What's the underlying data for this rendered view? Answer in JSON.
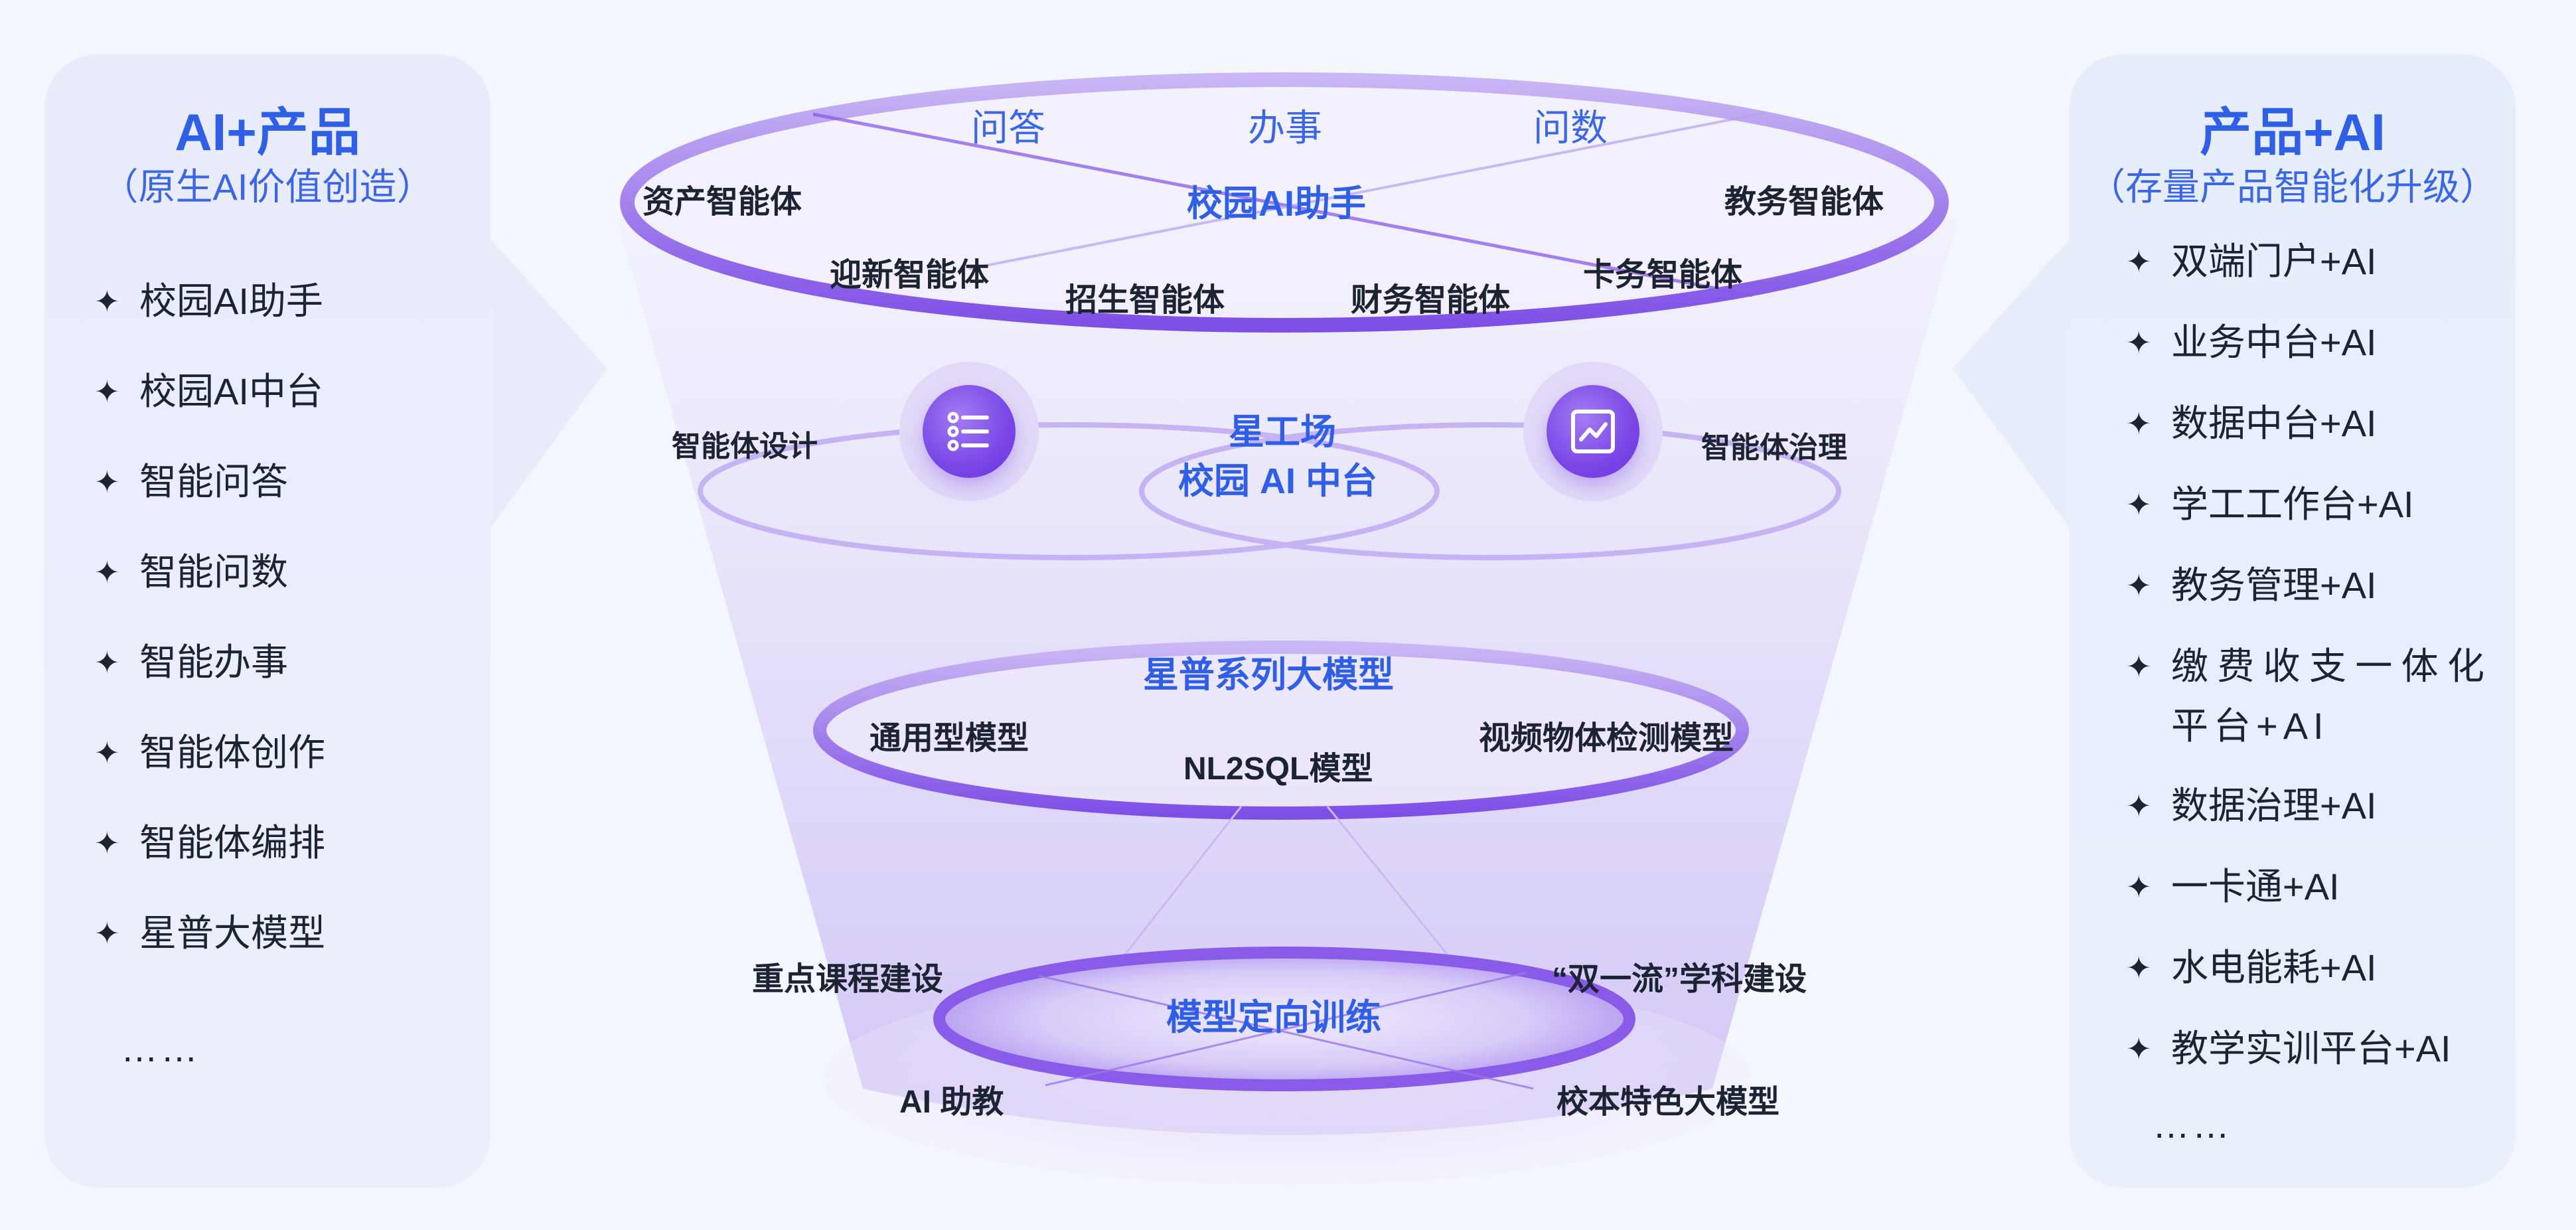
{
  "left_panel": {
    "title": "AI+产品",
    "subtitle": "（原生AI价值创造）",
    "items": [
      "校园AI助手",
      "校园AI中台",
      "智能问答",
      "智能问数",
      "智能办事",
      "智能体创作",
      "智能体编排",
      "星普大模型"
    ],
    "ellipsis": "……"
  },
  "right_panel": {
    "title": "产品+AI",
    "subtitle": "（存量产品智能化升级）",
    "items": [
      "双端门户+AI",
      "业务中台+AI",
      "数据中台+AI",
      "学工工作台+AI",
      "教务管理+AI",
      "缴费收支一体化平台+AI",
      "数据治理+AI",
      "一卡通+AI",
      "水电能耗+AI",
      "教学实训平台+AI"
    ],
    "ellipsis": "……"
  },
  "funnel": {
    "top": {
      "center_label": "校园AI助手",
      "modes": [
        "问答",
        "办事",
        "问数"
      ],
      "agents": [
        "资产智能体",
        "教务智能体",
        "迎新智能体",
        "招生智能体",
        "财务智能体",
        "卡务智能体"
      ]
    },
    "platform": {
      "title_line1": "星工场",
      "title_line2": "校园 AI 中台",
      "left_label": "智能体设计",
      "right_label": "智能体治理",
      "left_icon": "settings-list-icon",
      "right_icon": "line-chart-icon"
    },
    "models": {
      "title": "星普系列大模型",
      "items": [
        "通用型模型",
        "NL2SQL模型",
        "视频物体检测模型"
      ]
    },
    "training": {
      "title": "模型定向训练",
      "items": [
        "重点课程建设",
        "“双一流”学科建设",
        "AI 助教",
        "校本特色大模型"
      ]
    }
  },
  "colors": {
    "title_blue": "#2f5fe6",
    "ring_purple": "#8a5ae8",
    "text_dark": "#1c2333"
  }
}
